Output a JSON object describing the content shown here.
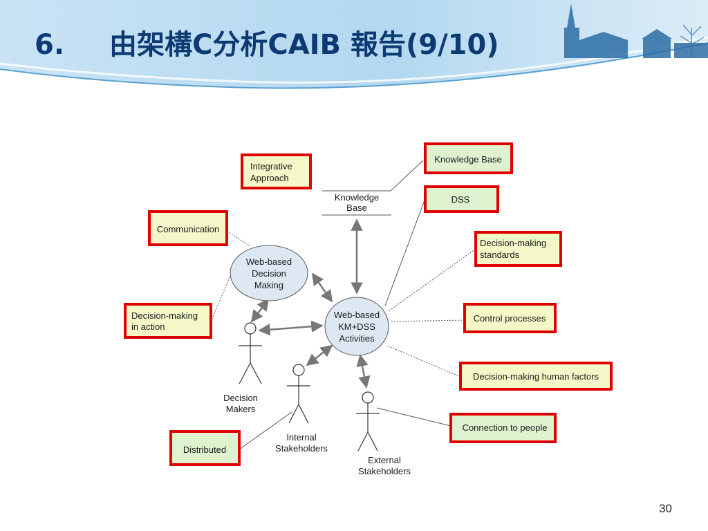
{
  "slide": {
    "title_number": "6.",
    "title_text": "由架構C分析CAIB 報告(9/10)",
    "page_number": "30"
  },
  "diagram": {
    "labels": {
      "knowledge_base_line1": "Knowledge",
      "knowledge_base_line2": "Base",
      "decision_making_line1": "Web-based",
      "decision_making_line2": "Decision",
      "decision_making_line3": "Making",
      "km_dss_line1": "Web-based",
      "km_dss_line2": "KM+DSS",
      "km_dss_line3": "Activities",
      "decision_makers_line1": "Decision",
      "decision_makers_line2": "Makers",
      "internal_line1": "Internal",
      "internal_line2": "Stakeholders",
      "external_line1": "External",
      "external_line2": "Stakeholders"
    },
    "boxes": {
      "integrative_line1": "Integrative",
      "integrative_line2": "Approach",
      "communication": "Communication",
      "decision_in_action_line1": "Decision-making",
      "decision_in_action_line2": "in action",
      "distributed": "Distributed",
      "knowledge_base": "Knowledge Base",
      "dss": "DSS",
      "standards_line1": "Decision-making",
      "standards_line2": "standards",
      "control": "Control processes",
      "human_factors": "Decision-making human factors",
      "connection": "Connection to people"
    },
    "colors": {
      "highlight_border": "#e00000",
      "box_fill": "#f4f8c8",
      "title": "#0d3a73"
    }
  }
}
